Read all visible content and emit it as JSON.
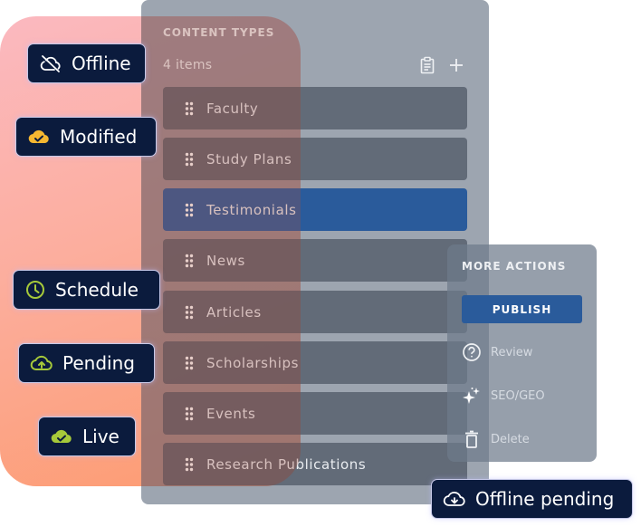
{
  "content_types": {
    "title": "CONTENT TYPES",
    "count": "4 items",
    "icons": [
      "clipboard-icon",
      "plus-icon"
    ],
    "items": [
      {
        "label": "Faculty",
        "selected": false
      },
      {
        "label": "Study Plans",
        "selected": false
      },
      {
        "label": "Testimonials",
        "selected": true
      },
      {
        "label": "News",
        "selected": false
      },
      {
        "label": "Articles",
        "selected": false
      },
      {
        "label": "Scholarships",
        "selected": false
      },
      {
        "label": "Events",
        "selected": false
      },
      {
        "label": "Research Publications",
        "selected": false
      }
    ]
  },
  "status_badges": [
    {
      "label": "Offline",
      "icon": "cloud-off-icon",
      "icon_color": "#ffffff"
    },
    {
      "label": "Modified",
      "icon": "cloud-check-icon",
      "icon_color": "#f5b731"
    },
    {
      "label": "Schedule",
      "icon": "clock-icon",
      "icon_color": "#a6c93a"
    },
    {
      "label": "Pending",
      "icon": "cloud-upload-icon",
      "icon_color": "#a6c93a"
    },
    {
      "label": "Live",
      "icon": "cloud-check-icon",
      "icon_color": "#a6c93a"
    },
    {
      "label": "Offline pending",
      "icon": "cloud-download-icon",
      "icon_color": "#ffffff"
    }
  ],
  "more_actions": {
    "title": "MORE ACTIONS",
    "publish_label": "PUBLISH",
    "items": [
      {
        "label": "Review",
        "icon": "help-circle-icon"
      },
      {
        "label": "SEO/GEO",
        "icon": "sparkles-icon"
      },
      {
        "label": "Delete",
        "icon": "trash-icon"
      }
    ]
  },
  "colors": {
    "selected": "#2a5b9b",
    "badge_bg": "#0b1b3d",
    "modified": "#f5b731",
    "live": "#a6c93a"
  }
}
